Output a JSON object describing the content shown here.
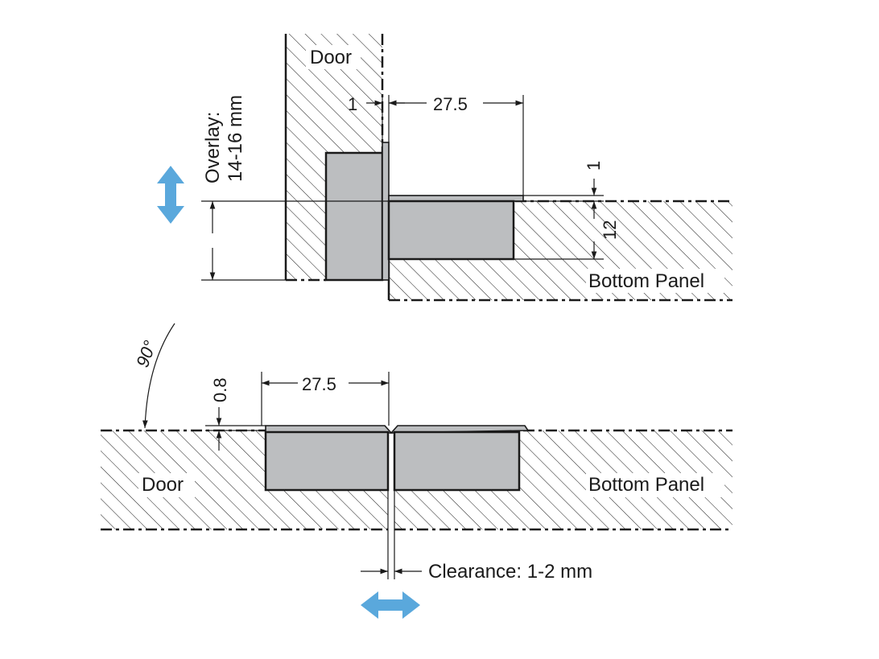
{
  "labels": {
    "door_top": "Door",
    "door_bottom": "Door",
    "panel_top": "Bottom Panel",
    "panel_bottom": "Bottom Panel",
    "overlay_line1": "Overlay:",
    "overlay_line2": "14-16 mm",
    "angle": "90°",
    "clearance": "Clearance: 1-2 mm"
  },
  "dimensions": {
    "gap_top": "1",
    "width_top": "27.5",
    "plate_thickness": "1",
    "recess_depth": "12",
    "plate_thickness_bottom": "0.8",
    "width_bottom": "27.5"
  },
  "colors": {
    "part_fill": "#bcbec0",
    "arrow_blue": "#5aa8dc",
    "line": "#1a1a1a"
  },
  "icons": {
    "vertical_adjust": "double-arrow-vertical",
    "horizontal_adjust": "double-arrow-horizontal"
  }
}
